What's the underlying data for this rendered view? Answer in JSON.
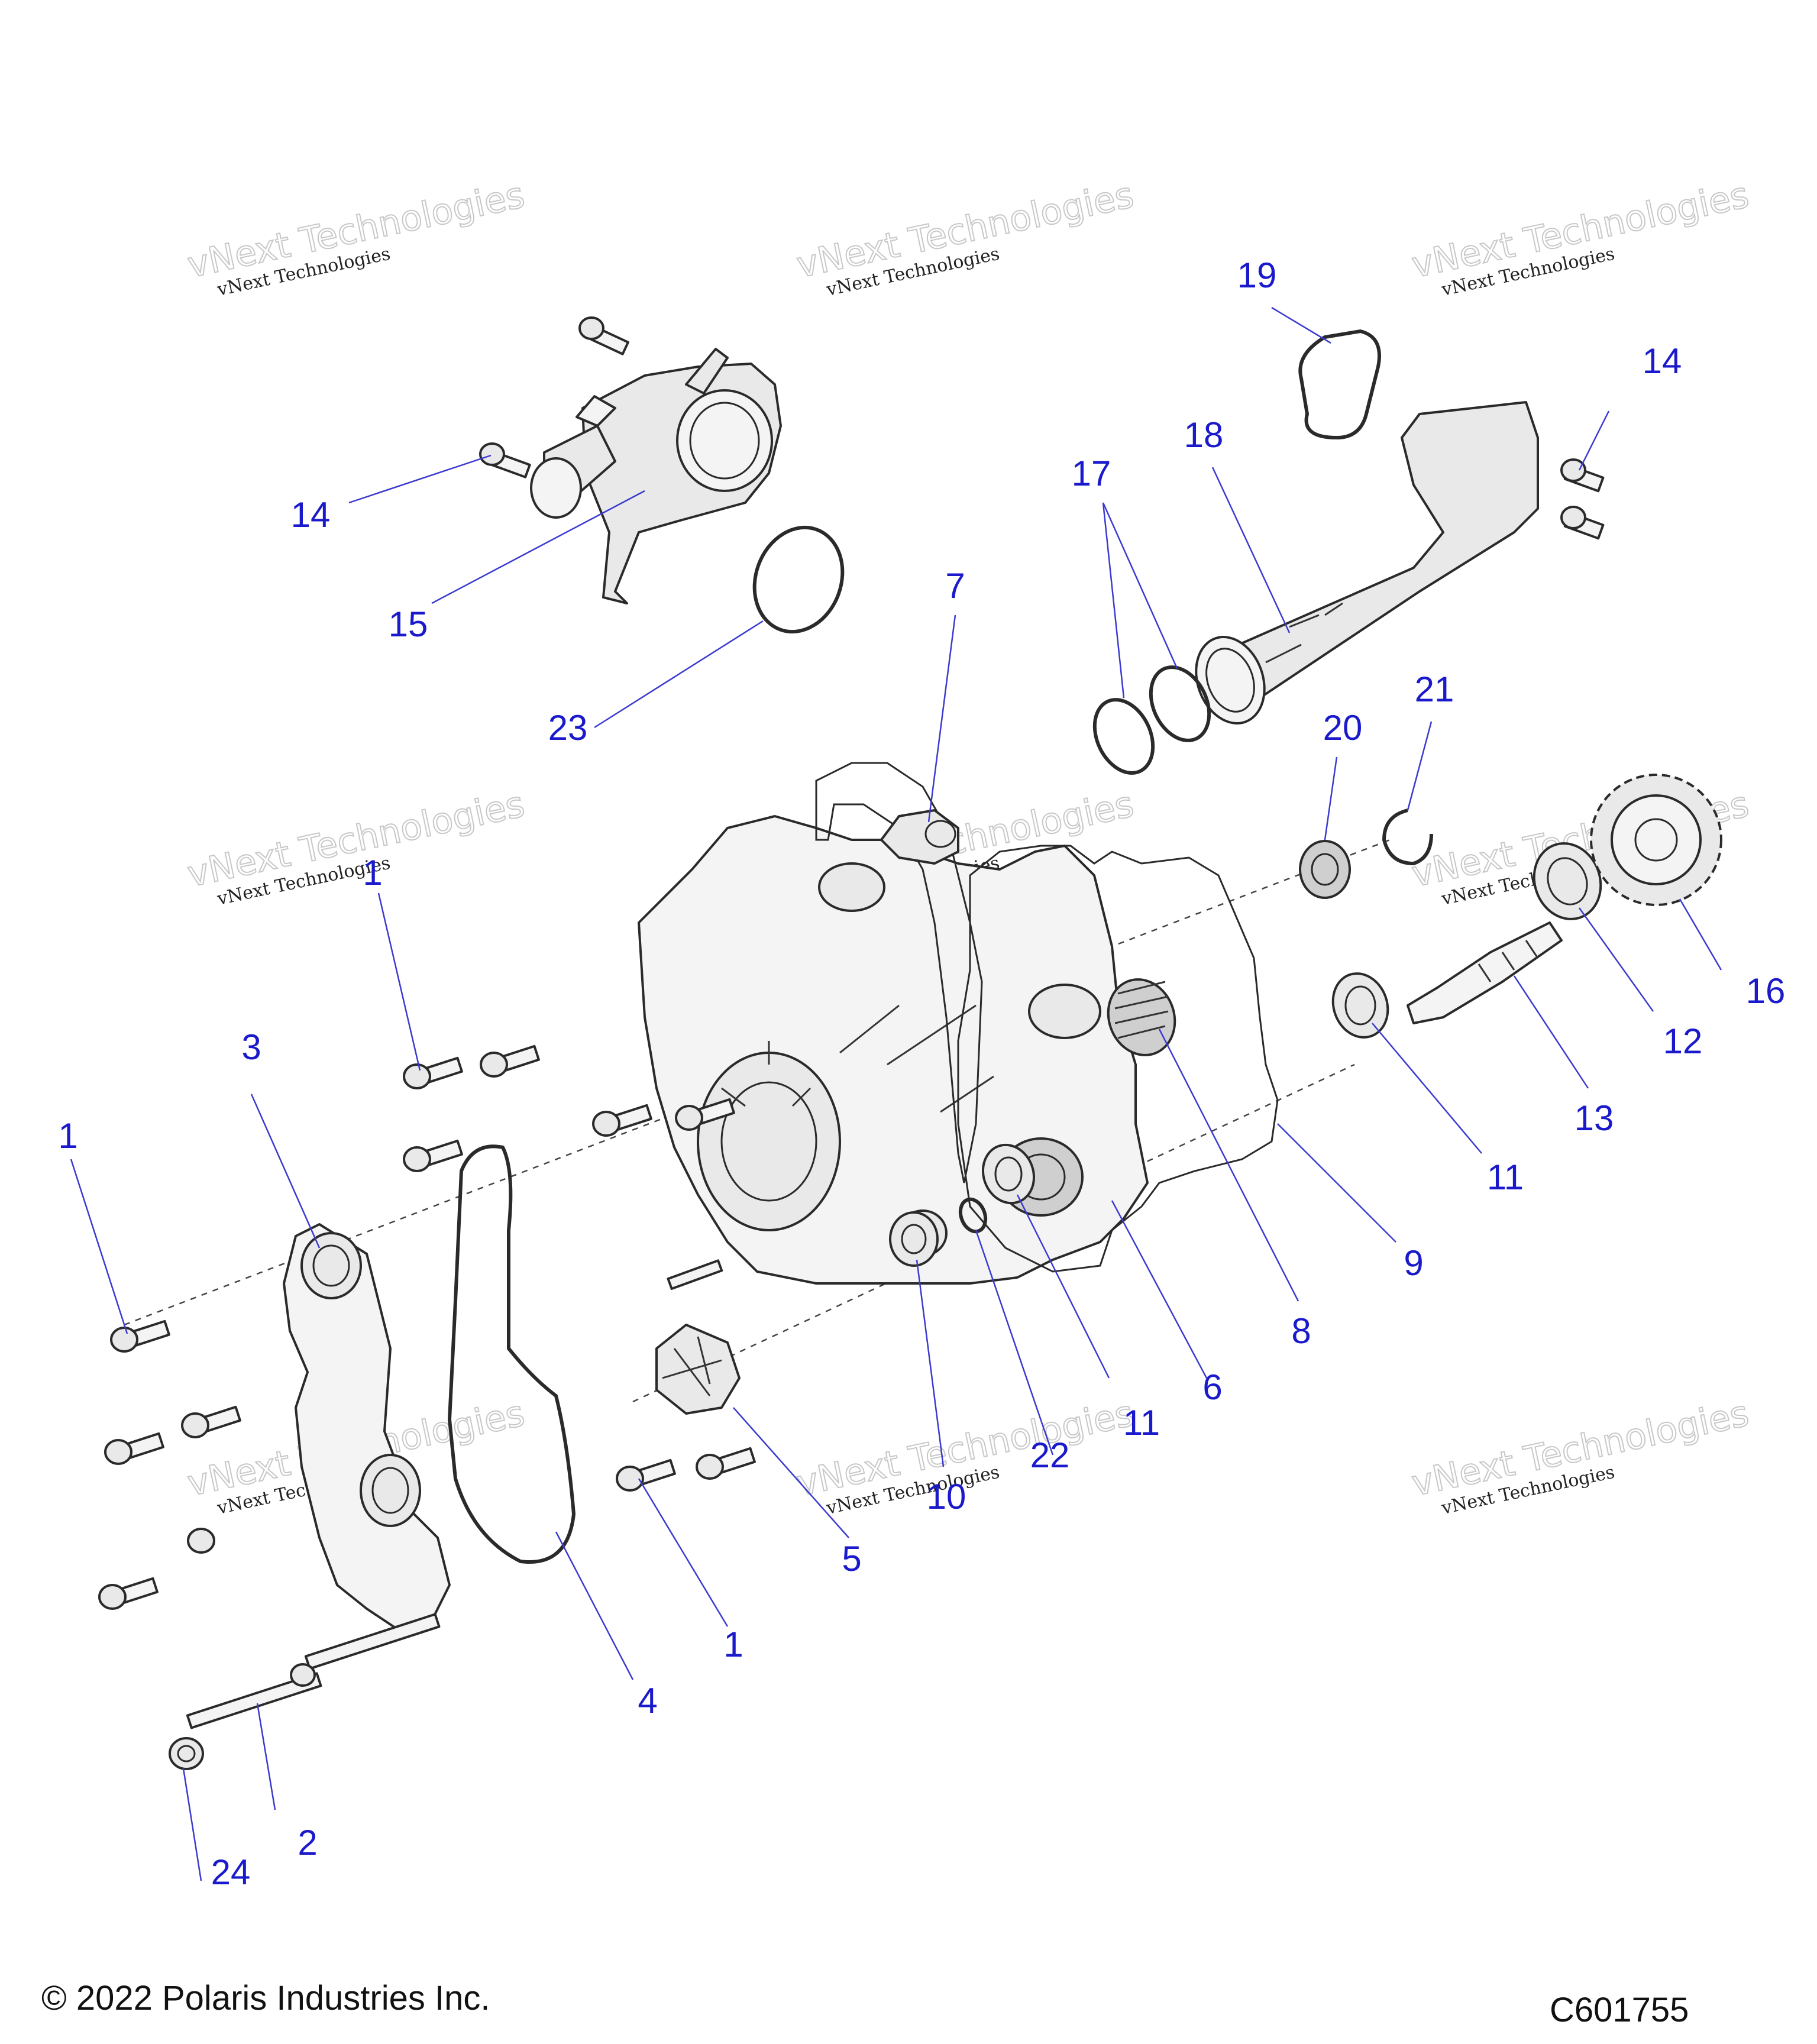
{
  "watermark": {
    "text": "vNext Technologies"
  },
  "callouts": {
    "c1a": "1",
    "c1b": "1",
    "c1c": "1",
    "c2": "2",
    "c3": "3",
    "c4": "4",
    "c5": "5",
    "c6": "6",
    "c7": "7",
    "c8": "8",
    "c9": "9",
    "c10": "10",
    "c11a": "11",
    "c11b": "11",
    "c12": "12",
    "c13": "13",
    "c14a": "14",
    "c14b": "14",
    "c15": "15",
    "c16": "16",
    "c17": "17",
    "c18": "18",
    "c19": "19",
    "c20": "20",
    "c21": "21",
    "c22": "22",
    "c23": "23",
    "c24": "24"
  },
  "footer": {
    "copyright": "© 2022 Polaris Industries Inc.",
    "diagram_id": "C601755"
  }
}
